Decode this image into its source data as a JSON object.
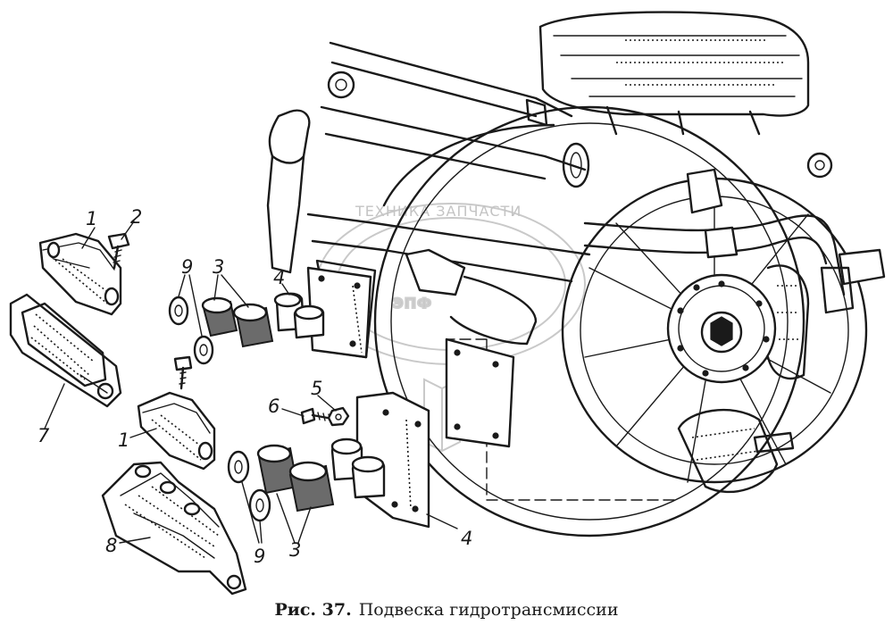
{
  "figure": {
    "number_label": "Рис. 37.",
    "title": "Подвеска гидротрансмиссии"
  },
  "watermark": {
    "text": "ТЕХНИКА ЗАПЧАСТИ",
    "logo_text": "ЭПФ"
  },
  "callouts": [
    {
      "id": "c1a",
      "text": "1"
    },
    {
      "id": "c2",
      "text": "2"
    },
    {
      "id": "c9a",
      "text": "9"
    },
    {
      "id": "c3a",
      "text": "3"
    },
    {
      "id": "c4a",
      "text": "4"
    },
    {
      "id": "c7",
      "text": "7"
    },
    {
      "id": "c5",
      "text": "5"
    },
    {
      "id": "c6",
      "text": "6"
    },
    {
      "id": "c1b",
      "text": "1"
    },
    {
      "id": "c8",
      "text": "8"
    },
    {
      "id": "c9b",
      "text": "9"
    },
    {
      "id": "c3b",
      "text": "3"
    },
    {
      "id": "c4b",
      "text": "4"
    }
  ]
}
